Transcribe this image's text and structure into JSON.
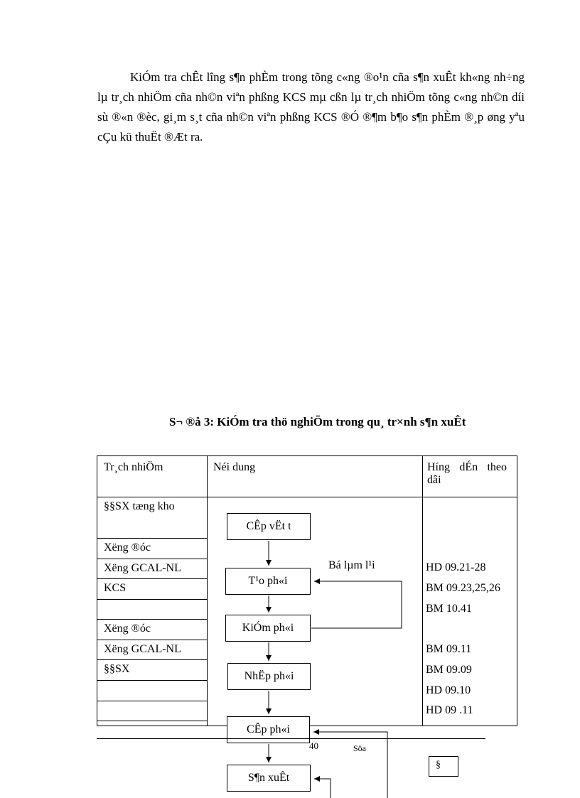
{
  "colors": {
    "text": "#000000",
    "background": "#ffffff",
    "line": "#000000"
  },
  "document": {
    "paragraph": "KiÓm tra chÊt lîng s¶n phÈm trong tõng c«ng ®o¹n cña s¶n xuÊt kh«ng nh÷ng lµ tr¸ch nhiÖm cña nh©n viªn phßng KCS mµ cßn lµ tr¸ch nhiÖm tõng c«ng nh©n díi sù ®«n ®èc, gi¸m s¸t cña nh©n viªn phßng KCS ®Ó ®¶m b¶o s¶n phÈm ®¸p øng yªu cÇu kü thuËt ®Æt ra.",
    "heading": "S¬ ®å 3: KiÓm tra thö nghiÖm trong qu¸ tr×nh s¶n xuÊt",
    "page_number": "40",
    "footer_label": "Söa",
    "corner_box_label": "§"
  },
  "table": {
    "headers": {
      "responsibility": "Tr¸ch nhiÖm",
      "content": "Néi dung",
      "guidance": "Híng dÉn theo dâi"
    },
    "left_cells": [
      "§§SX tæng kho",
      "Xëng ®óc",
      "Xëng GCAL-NL",
      "KCS",
      "",
      "Xëng ®óc",
      "Xëng GCAL-NL",
      "§§SX",
      "",
      ""
    ],
    "references": [
      "HD 09.21-28",
      "BM 09.23,25,26",
      "BM 10.41",
      "BM 09.11",
      "BM 09.09",
      "HD 09.10",
      "HD 09 .11"
    ]
  },
  "flowchart": {
    "boxes": [
      "CÊp vËt t",
      "T¹o ph«i",
      "KiÓm ph«i",
      "NhËp ph«i",
      "CÊp ph«i",
      "S¶n xuÊt"
    ],
    "loop_label": "Bá lµm l¹i"
  }
}
